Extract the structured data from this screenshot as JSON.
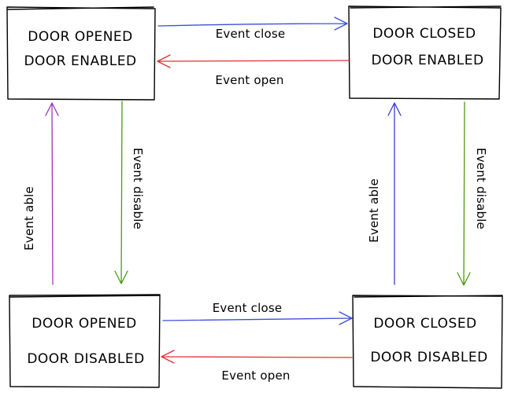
{
  "states": {
    "opened_enabled": {
      "line1": "DOOR OPENED",
      "line2": "DOOR ENABLED"
    },
    "closed_enabled": {
      "line1": "DOOR CLOSED",
      "line2": "DOOR ENABLED"
    },
    "opened_disabled": {
      "line1": "DOOR OPENED",
      "line2": "DOOR DISABLED"
    },
    "closed_disabled": {
      "line1": "DOOR CLOSED",
      "line2": "DOOR DISABLED"
    }
  },
  "events": {
    "top_close": "Event close",
    "top_open": "Event open",
    "bottom_close": "Event close",
    "bottom_open": "Event open",
    "left_able": "Event able",
    "left_disable": "Event disable",
    "right_able": "Event able",
    "right_disable": "Event disable"
  },
  "colors": {
    "close": "#3b4fd8",
    "open": "#e03131",
    "able_left": "#9c36b5",
    "able_right": "#3b3bd8",
    "disable": "#4c9a12",
    "box": "#000000"
  }
}
